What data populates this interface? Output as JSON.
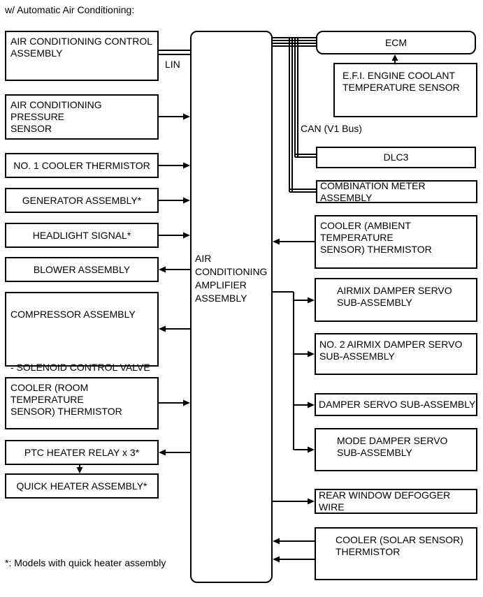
{
  "title": "w/ Automatic Air Conditioning:",
  "footnote": "*: Models with quick heater assembly",
  "bus_labels": {
    "lin": "LIN",
    "can": "CAN (V1 Bus)"
  },
  "amplifier": {
    "label": "AIR\nCONDITIONING\nAMPLIFIER\nASSEMBLY"
  },
  "left": {
    "control": "AIR CONDITIONING CONTROL\nASSEMBLY",
    "pressure": "AIR CONDITIONING PRESSURE\nSENSOR",
    "cooler1": "NO. 1 COOLER THERMISTOR",
    "generator": "GENERATOR ASSEMBLY*",
    "headlight": "HEADLIGHT SIGNAL*",
    "blower": "BLOWER ASSEMBLY",
    "compressor_title": "COMPRESSOR ASSEMBLY",
    "compressor_sub": "- SOLENOID CONTROL VALVE",
    "room_thermistor": "COOLER (ROOM TEMPERATURE\nSENSOR) THERMISTOR",
    "ptc": "PTC HEATER RELAY x 3*",
    "quick_heater": "QUICK HEATER ASSEMBLY*"
  },
  "right": {
    "ecm": "ECM",
    "efi": "E.F.I. ENGINE COOLANT\nTEMPERATURE SENSOR",
    "dlc3": "DLC3",
    "meter": "COMBINATION METER ASSEMBLY",
    "ambient": "COOLER (AMBIENT TEMPERATURE\nSENSOR) THERMISTOR",
    "airmix": "AIRMIX DAMPER SERVO\nSUB-ASSEMBLY",
    "airmix2": "NO. 2 AIRMIX DAMPER SERVO\nSUB-ASSEMBLY",
    "damper": "DAMPER SERVO SUB-ASSEMBLY",
    "mode": "MODE DAMPER SERVO\nSUB-ASSEMBLY",
    "defogger": "REAR WINDOW DEFOGGER WIRE",
    "solar": "COOLER (SOLAR SENSOR)\nTHERMISTOR"
  }
}
